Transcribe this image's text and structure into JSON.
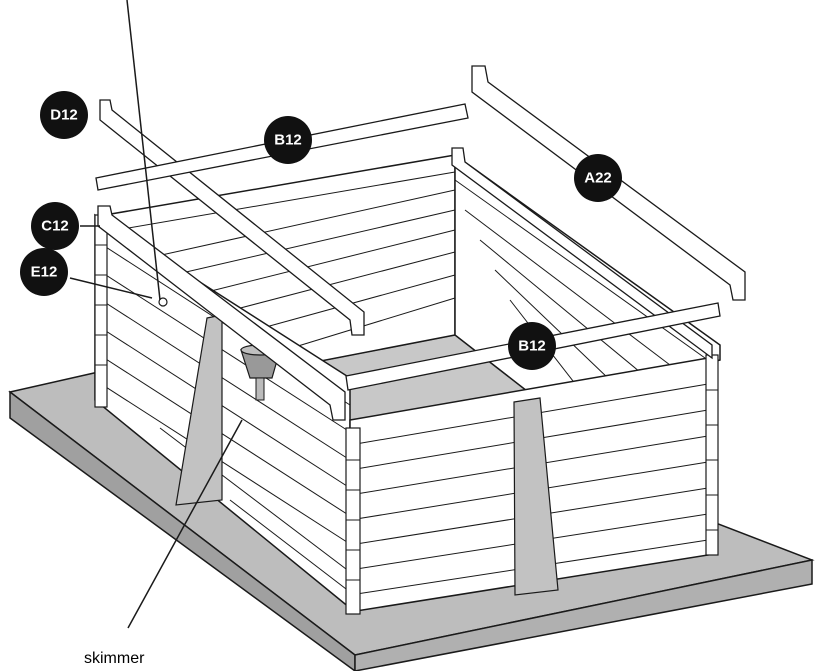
{
  "labels": {
    "d12": "D12",
    "b12_top": "B12",
    "a22": "A22",
    "c12": "C12",
    "e12": "E12",
    "b12_front": "B12"
  },
  "caption": {
    "skimmer": "skimmer"
  },
  "colors": {
    "outline": "#1a1a1a",
    "wood": "#ffffff",
    "base_top": "#bdbdbd",
    "base_side": "#a8a8a8",
    "floor": "#c8c8c8",
    "support": "#c2c2c2",
    "skimmer": "#999999",
    "badge": "#111111"
  }
}
